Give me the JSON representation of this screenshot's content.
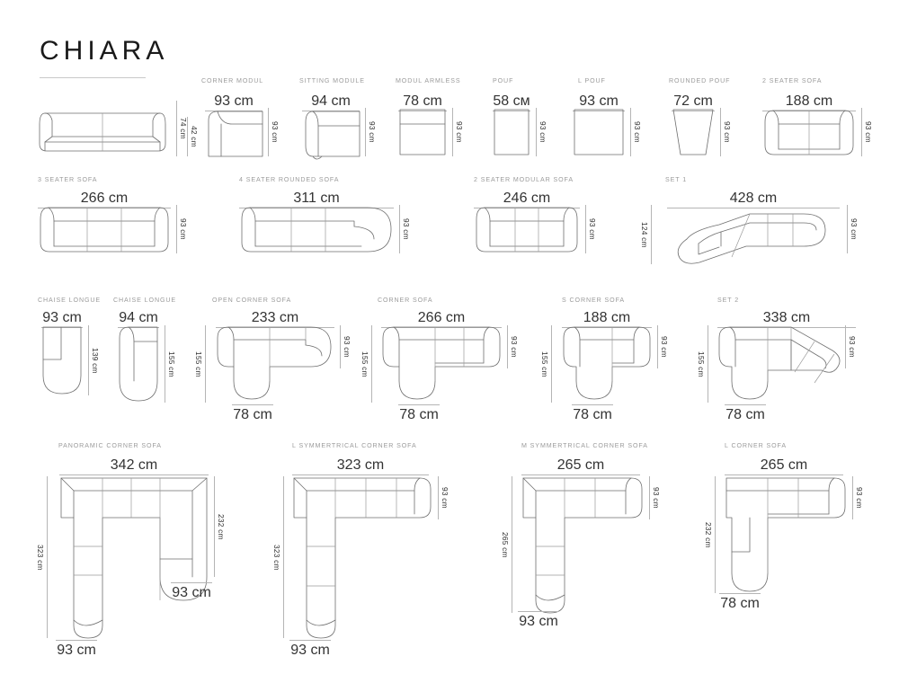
{
  "brand": {
    "title": "CHIARA"
  },
  "units": {
    "cm": "cm",
    "cm_cyr": "см"
  },
  "items": {
    "main_sofa": {
      "caption": "",
      "width": "",
      "height": "74 cm",
      "height2": "42 cm"
    },
    "corner_modul": {
      "caption": "CORNER MODUL",
      "width": "93 cm",
      "height": "93 cm"
    },
    "sitting_module": {
      "caption": "SITTING MODULE",
      "width": "94 cm",
      "height": "93 cm"
    },
    "modul_armless": {
      "caption": "MODUL ARMLESS",
      "width": "78 cm",
      "height": "93 cm"
    },
    "pouf": {
      "caption": "POUF",
      "width": "58 см",
      "height": "93 cm"
    },
    "l_pouf": {
      "caption": "L POUF",
      "width": "93 cm",
      "height": "93 cm"
    },
    "rounded_pouf": {
      "caption": "ROUNDED POUF",
      "width": "72 cm",
      "height": "93 cm"
    },
    "seater2_sofa": {
      "caption": "2 SEATER SOFA",
      "width": "188 cm",
      "height": "93 cm"
    },
    "seater3_sofa": {
      "caption": "3 SEATER SOFA",
      "width": "266 cm",
      "height": "93 cm"
    },
    "seater4_rounded": {
      "caption": "4 SEATER ROUNDED SOFA",
      "width": "311 cm",
      "height": "93 cm"
    },
    "seater2_modular": {
      "caption": "2 SEATER MODULAR SOFA",
      "width": "246 cm",
      "height": "93 cm"
    },
    "set1": {
      "caption": "SET 1",
      "width": "428 cm",
      "height": "93 cm",
      "height_left": "124 cm"
    },
    "chaise_longue_a": {
      "caption": "CHAISE LONGUE",
      "width": "93 cm",
      "height": "139 cm"
    },
    "chaise_longue_b": {
      "caption": "CHAISE LONGUE",
      "width": "94 cm",
      "height": "155 cm"
    },
    "open_corner_sofa": {
      "caption": "OPEN CORNER SOFA",
      "width": "233 cm",
      "height": "93 cm",
      "height_left": "155 cm",
      "depth": "78 cm"
    },
    "corner_sofa": {
      "caption": "CORNER SOFA",
      "width": "266 cm",
      "height": "93 cm",
      "height_left": "155 cm",
      "depth": "78 cm"
    },
    "s_corner_sofa": {
      "caption": "S CORNER SOFA",
      "width": "188 cm",
      "height": "93 cm",
      "height_left": "155 cm",
      "depth": "78 cm"
    },
    "set2": {
      "caption": "SET 2",
      "width": "338 cm",
      "height": "93 cm",
      "height_left": "155 cm",
      "depth": "78 cm"
    },
    "panoramic_corner": {
      "caption": "PANORAMIC CORNER SOFA",
      "width": "342 cm",
      "height": "232 cm",
      "height_left": "323 cm",
      "depth": "93 cm",
      "depth2": "93 cm"
    },
    "l_symmetrical": {
      "caption": "L SYMMERTRICAL CORNER SOFA",
      "width": "323 cm",
      "height": "93 cm",
      "height_left": "323 cm",
      "depth": "93 cm"
    },
    "m_symmetrical": {
      "caption": "M SYMMERTRICAL CORNER SOFA",
      "width": "265 cm",
      "height": "93 cm",
      "height_left": "265 cm",
      "depth": "93 cm"
    },
    "l_corner_sofa": {
      "caption": "L CORNER SOFA",
      "width": "265 cm",
      "height": "93 cm",
      "height_left": "232 cm",
      "depth": "78 cm"
    }
  }
}
